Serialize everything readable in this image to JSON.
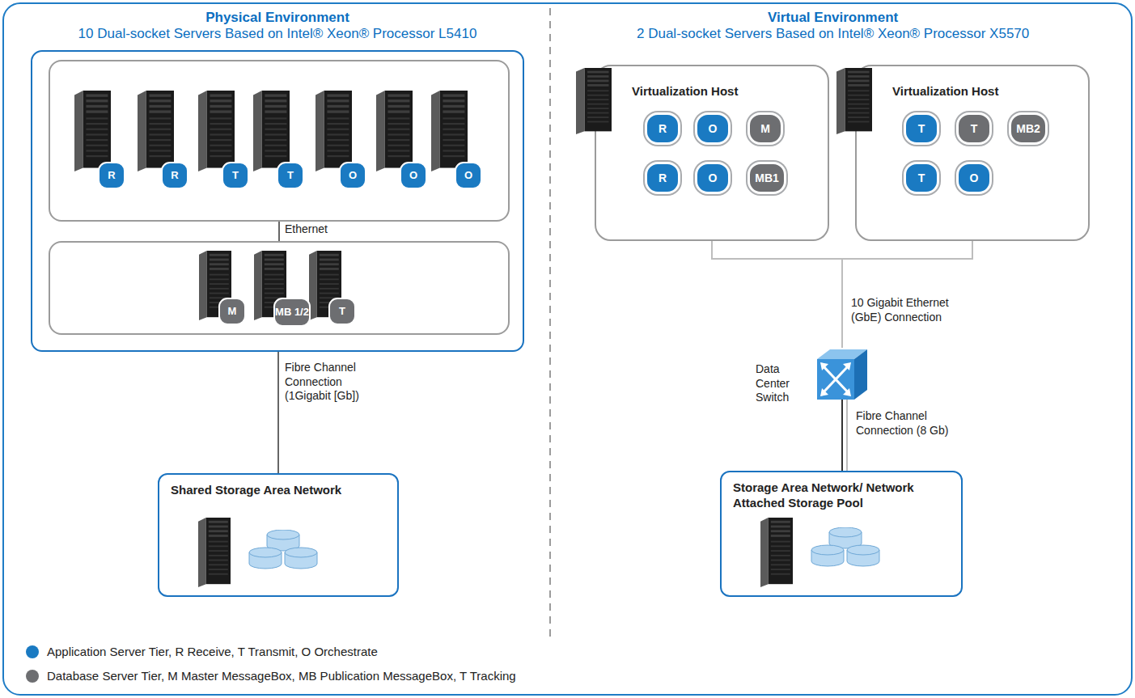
{
  "diagram": {
    "nodes": [
      {
        "text": [
          "Physical Environment",
          "10 Dual-socket Servers Based on Intel® Xeon® Processor L5410"
        ]
      },
      {
        "text": [],
        "in": 0
      },
      {
        "text": [
          "R"
        ],
        "in": 1
      },
      {
        "text": [
          "R"
        ],
        "in": 1
      },
      {
        "text": [
          "T"
        ],
        "in": 1
      },
      {
        "text": [
          "T"
        ],
        "in": 1
      },
      {
        "text": [
          "O"
        ],
        "in": 1
      },
      {
        "text": [
          "O"
        ],
        "in": 1
      },
      {
        "text": [
          "O"
        ],
        "in": 1
      },
      {
        "text": [],
        "in": 0
      },
      {
        "text": [
          "M"
        ],
        "in": 9
      },
      {
        "text": [
          "MB 1/2"
        ],
        "in": 9
      },
      {
        "text": [
          "T"
        ],
        "in": 9
      },
      {
        "text": [
          "Shared Storage Area Network"
        ]
      },
      {
        "text": [
          "Virtualization Host"
        ]
      },
      {
        "text": [
          "R"
        ],
        "in": 14
      },
      {
        "text": [
          "O"
        ],
        "in": 14
      },
      {
        "text": [
          "M"
        ],
        "in": 14
      },
      {
        "text": [
          "R"
        ],
        "in": 14
      },
      {
        "text": [
          "O"
        ],
        "in": 14
      },
      {
        "text": [
          "MB1"
        ],
        "in": 14
      },
      {
        "text": [
          "Virtualization Host"
        ]
      },
      {
        "text": [
          "T"
        ],
        "in": 21
      },
      {
        "text": [
          "T"
        ],
        "in": 21
      },
      {
        "text": [
          "MB2"
        ],
        "in": 21
      },
      {
        "text": [
          "T"
        ],
        "in": 21
      },
      {
        "text": [
          "O"
        ],
        "in": 21
      },
      {
        "text": [
          "Data Center Switch"
        ]
      },
      {
        "text": [
          "Storage Area Network/ Network Attached Storage Pool"
        ]
      }
    ],
    "edges": [
      {
        "from": 1,
        "to": 9,
        "label": "Ethernet",
        "arrow": "none"
      },
      {
        "from": 0,
        "to": 13,
        "label": "Fibre Channel Connection (1Gigabit [Gb])",
        "arrow": "none"
      },
      {
        "from": 14,
        "to": 27,
        "label": "10 Gigabit Ethernet (GbE) Connection",
        "arrow": "none"
      },
      {
        "from": 21,
        "to": 27,
        "arrow": "none"
      },
      {
        "from": 27,
        "to": 28,
        "label": "Fibre Channel Connection (8 Gb)",
        "arrow": "none"
      }
    ],
    "labels": [
      "Virtual Environment",
      "2 Dual-socket Servers Based on Intel® Xeon® Processor X5570"
    ],
    "legend": [
      {
        "text": "Application Server Tier, R Receive, T Transmit, O Orchestrate",
        "color": "#1a7ac2"
      },
      {
        "text": "Database Server Tier, M Master MessageBox, MB Publication MessageBox, T Tracking",
        "color": "#6d6e71"
      }
    ]
  }
}
